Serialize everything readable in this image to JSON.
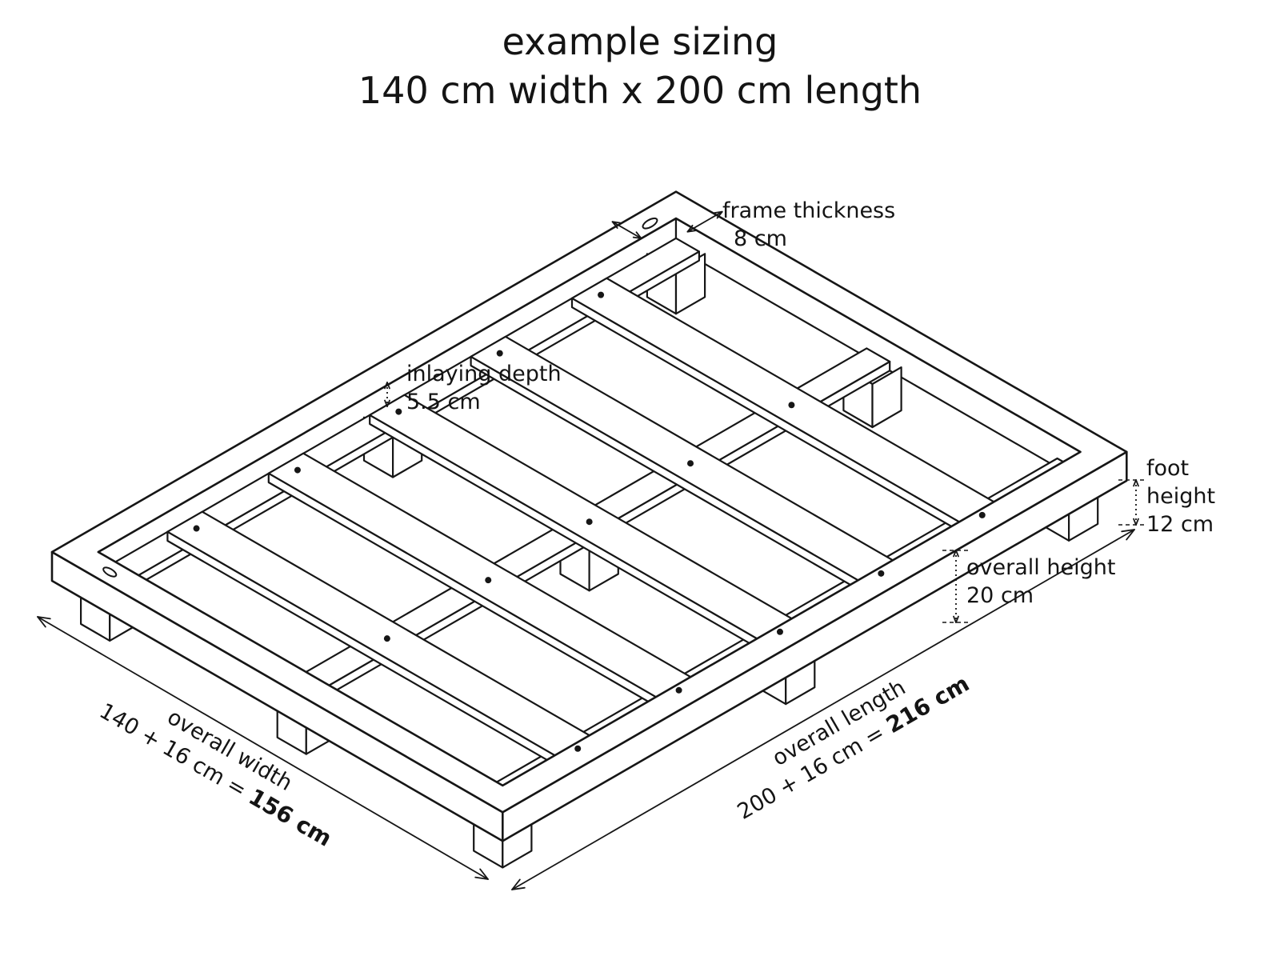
{
  "title": {
    "line1": "example sizing",
    "line2": "140 cm width x 200 cm length"
  },
  "labels": {
    "frame_thickness": {
      "name": "frame thickness",
      "value": "8 cm"
    },
    "inlaying_depth": {
      "name": "inlaying depth",
      "value": "5.5 cm"
    },
    "foot_height": {
      "name_line1": "foot",
      "name_line2": "height",
      "value": "12 cm"
    },
    "overall_height": {
      "name": "overall height",
      "value": "20 cm"
    },
    "overall_width": {
      "name": "overall width",
      "formula": "140 + 16 cm = ",
      "result": "156 cm"
    },
    "overall_length": {
      "name": "overall length",
      "formula": "200 + 16 cm = ",
      "result": "216 cm"
    }
  },
  "dimensions_cm": {
    "mattress_width": 140,
    "mattress_length": 200,
    "frame_thickness": 8,
    "inlaying_depth": 5.5,
    "foot_height": 12,
    "overall_height": 20,
    "overall_width": 156,
    "overall_length": 216
  },
  "colors": {
    "line": "#161616",
    "text": "#141414",
    "background": "#ffffff"
  }
}
